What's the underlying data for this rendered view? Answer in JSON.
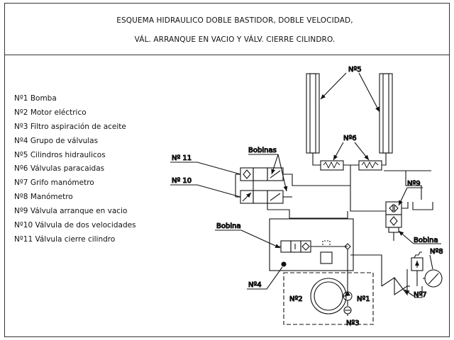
{
  "title": {
    "line1": "ESQUEMA HIDRAULICO DOBLE BASTIDOR, DOBLE VELOCIDAD,",
    "line2": "VÁL. ARRANQUE EN VACIO Y VÁLV. CIERRE CILINDRO."
  },
  "legend": [
    "Nº1 Bomba",
    "Nº2 Motor eléctrico",
    "Nº3 Filtro aspiración de aceite",
    "Nº4 Grupo de válvulas",
    "Nº5 Cilindros hidraulicos",
    "Nº6 Válvulas paracaidas",
    "Nº7 Grifo manómetro",
    "Nº8 Manómetro",
    "Nº9 Válvula arranque en vacio",
    "Nº10 Válvula de dos velocidades",
    "Nº11 Válvula cierre cilindro"
  ],
  "labels": {
    "n5": "Nº5",
    "n6": "Nº6",
    "n11": "Nº 11",
    "n10": "Nº 10",
    "bobinas": "Bobinas",
    "n9": "Nº9",
    "bobina_left": "Bobina",
    "bobina_right": "Bobina",
    "n8": "Nº8",
    "n4": "Nº4",
    "n2": "Nº2",
    "n1": "Nº1",
    "n7": "Nº7",
    "n3": "Nº3"
  }
}
